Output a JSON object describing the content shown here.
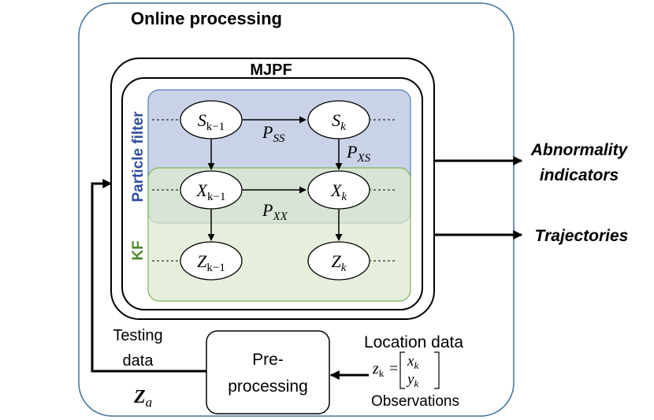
{
  "colors": {
    "online_border": "#41719c",
    "particle_fill": "#c3cde4",
    "particle_border": "#5a7dc9",
    "kf_fill": "#dce9cf",
    "kf_border": "#7fb25c",
    "particle_label": "#2f4ea0",
    "kf_label": "#4f8a2e",
    "node_fill": "#ffffff",
    "stroke": "#000000"
  },
  "online": {
    "title": "Online processing"
  },
  "mjpf": {
    "title": "MJPF"
  },
  "particle_filter": {
    "label": "Particle filter"
  },
  "kf": {
    "label": "KF"
  },
  "nodes": {
    "s_prev": {
      "base": "S",
      "sub": "k−1"
    },
    "s_cur": {
      "base": "S",
      "sub": "k"
    },
    "x_prev": {
      "base": "X",
      "sub": "k−1"
    },
    "x_cur": {
      "base": "X",
      "sub": "k"
    },
    "z_prev": {
      "base": "Z",
      "sub": "k−1"
    },
    "z_cur": {
      "base": "Z",
      "sub": "k"
    }
  },
  "transitions": {
    "pss": {
      "base": "P",
      "sub": "SS"
    },
    "pxs": {
      "base": "P",
      "sub": "XS"
    },
    "pxx": {
      "base": "P",
      "sub": "XX"
    }
  },
  "outputs": {
    "abnormality_line1": "Abnormality",
    "abnormality_line2": "indicators",
    "trajectories": "Trajectories"
  },
  "testing": {
    "line1": "Testing",
    "line2": "data"
  },
  "za": {
    "base": "Z",
    "sub": "a"
  },
  "preprocessing": {
    "line1": "Pre-",
    "line2": "processing"
  },
  "location": {
    "title": "Location data",
    "z_base": "z",
    "z_sub": "k",
    "equals": "=",
    "x_base": "x",
    "x_sub": "k",
    "y_base": "y",
    "y_sub": "k",
    "observations": "Observations"
  }
}
